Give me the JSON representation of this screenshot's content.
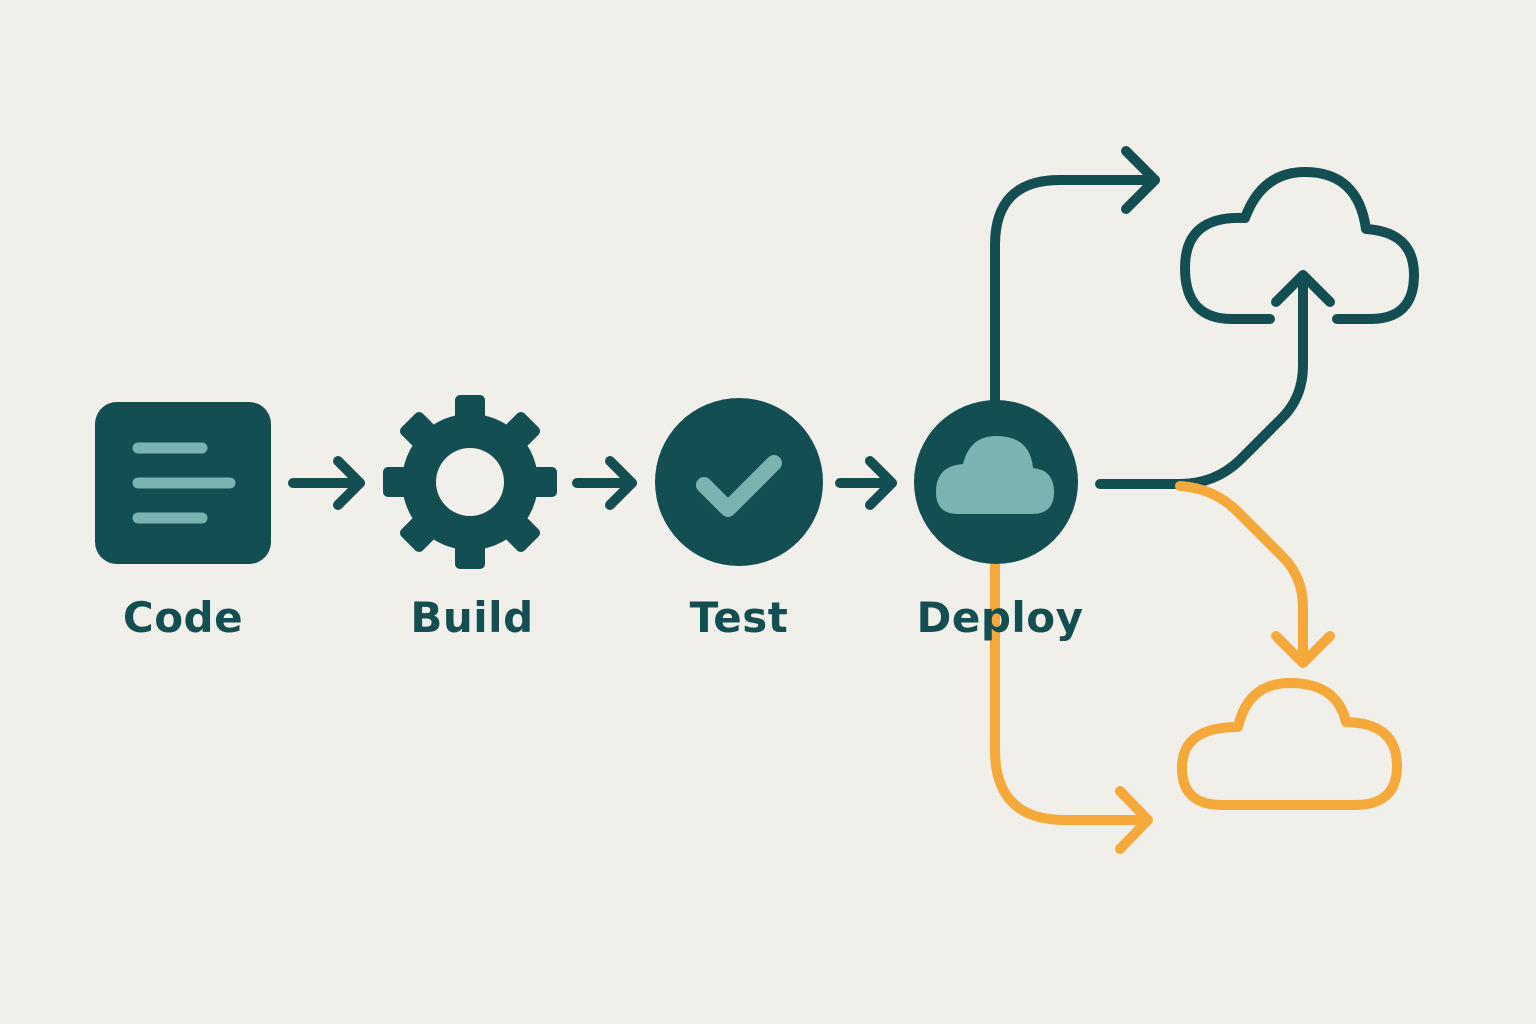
{
  "colors": {
    "background": "#f1efea",
    "primary": "#124e52",
    "accent_light": "#7ab3b2",
    "branch_orange": "#f5a93a"
  },
  "stages": [
    {
      "label": "Code",
      "icon": "code-document-icon"
    },
    {
      "label": "Build",
      "icon": "gear-icon"
    },
    {
      "label": "Test",
      "icon": "checkmark-circle-icon"
    },
    {
      "label": "Deploy",
      "icon": "cloud-circle-icon"
    }
  ],
  "branches": [
    {
      "icon": "cloud-upload-icon",
      "color": "#124e52"
    },
    {
      "icon": "cloud-outline-icon",
      "color": "#f5a93a"
    }
  ]
}
